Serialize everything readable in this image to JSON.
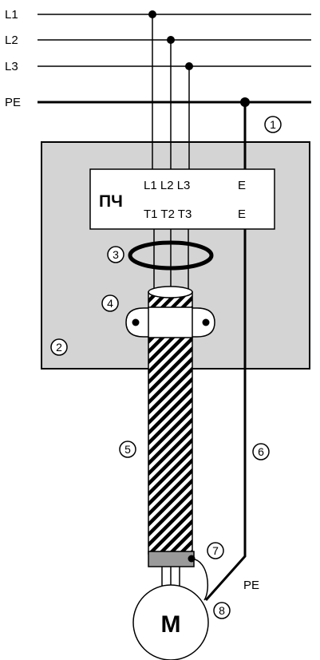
{
  "lines": {
    "l1": "L1",
    "l2": "L2",
    "l3": "L3",
    "pe": "PE"
  },
  "drive": {
    "name": "ПЧ",
    "inputs": "L1 L2 L3",
    "input_ground": "E",
    "outputs": "T1 T2 T3",
    "output_ground": "E"
  },
  "motor": {
    "label": "M",
    "pe_label": "PE"
  },
  "markers": [
    "1",
    "2",
    "3",
    "4",
    "5",
    "6",
    "7",
    "8"
  ],
  "colors": {
    "panel": "#d4d4d4",
    "line": "#000000",
    "terminal_band": "#9a9a9a",
    "background": "#ffffff"
  }
}
